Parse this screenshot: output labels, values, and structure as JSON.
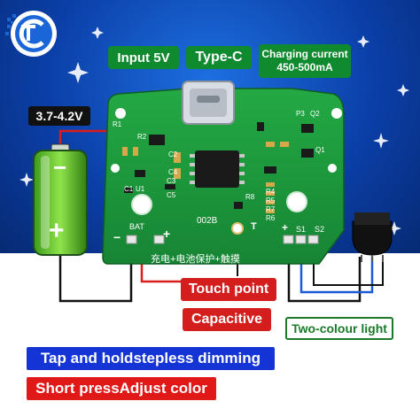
{
  "labels": {
    "input": "Input 5V",
    "connector": "Type-C",
    "charging_line1": "Charging current",
    "charging_line2": "450-500mA",
    "battery_voltage": "3.7-4.2V",
    "touch_point": "Touch point",
    "capacitive": "Capacitive",
    "two_colour_light": "Two-colour light",
    "tap_hold": "Tap and holdstepless dimming",
    "short_press": "Short pressAdjust color"
  },
  "battery": {
    "minus": "−",
    "plus": "+"
  },
  "pcb": {
    "chip_model": "002B",
    "silkscreen_cn": "充电+电池保护+触摸",
    "pads": {
      "bat": "BAT",
      "minus": "−",
      "plus": "+",
      "touch": "T",
      "led_plus": "+",
      "s1": "S1",
      "s2": "S2"
    },
    "components": [
      "R1",
      "R2",
      "C2",
      "C4",
      "C1",
      "U1",
      "C3",
      "C5",
      "R8",
      "R4",
      "R5",
      "R7",
      "R6",
      "P3",
      "Q2",
      "Q1"
    ]
  },
  "colors": {
    "background_blue": "#0b3fa8",
    "pcb_green": "#1f9a3a",
    "wire_red": "#d91c1c",
    "wire_black": "#111111",
    "wire_blue": "#1c5ad6",
    "tag_green": "#0f8a2f"
  }
}
